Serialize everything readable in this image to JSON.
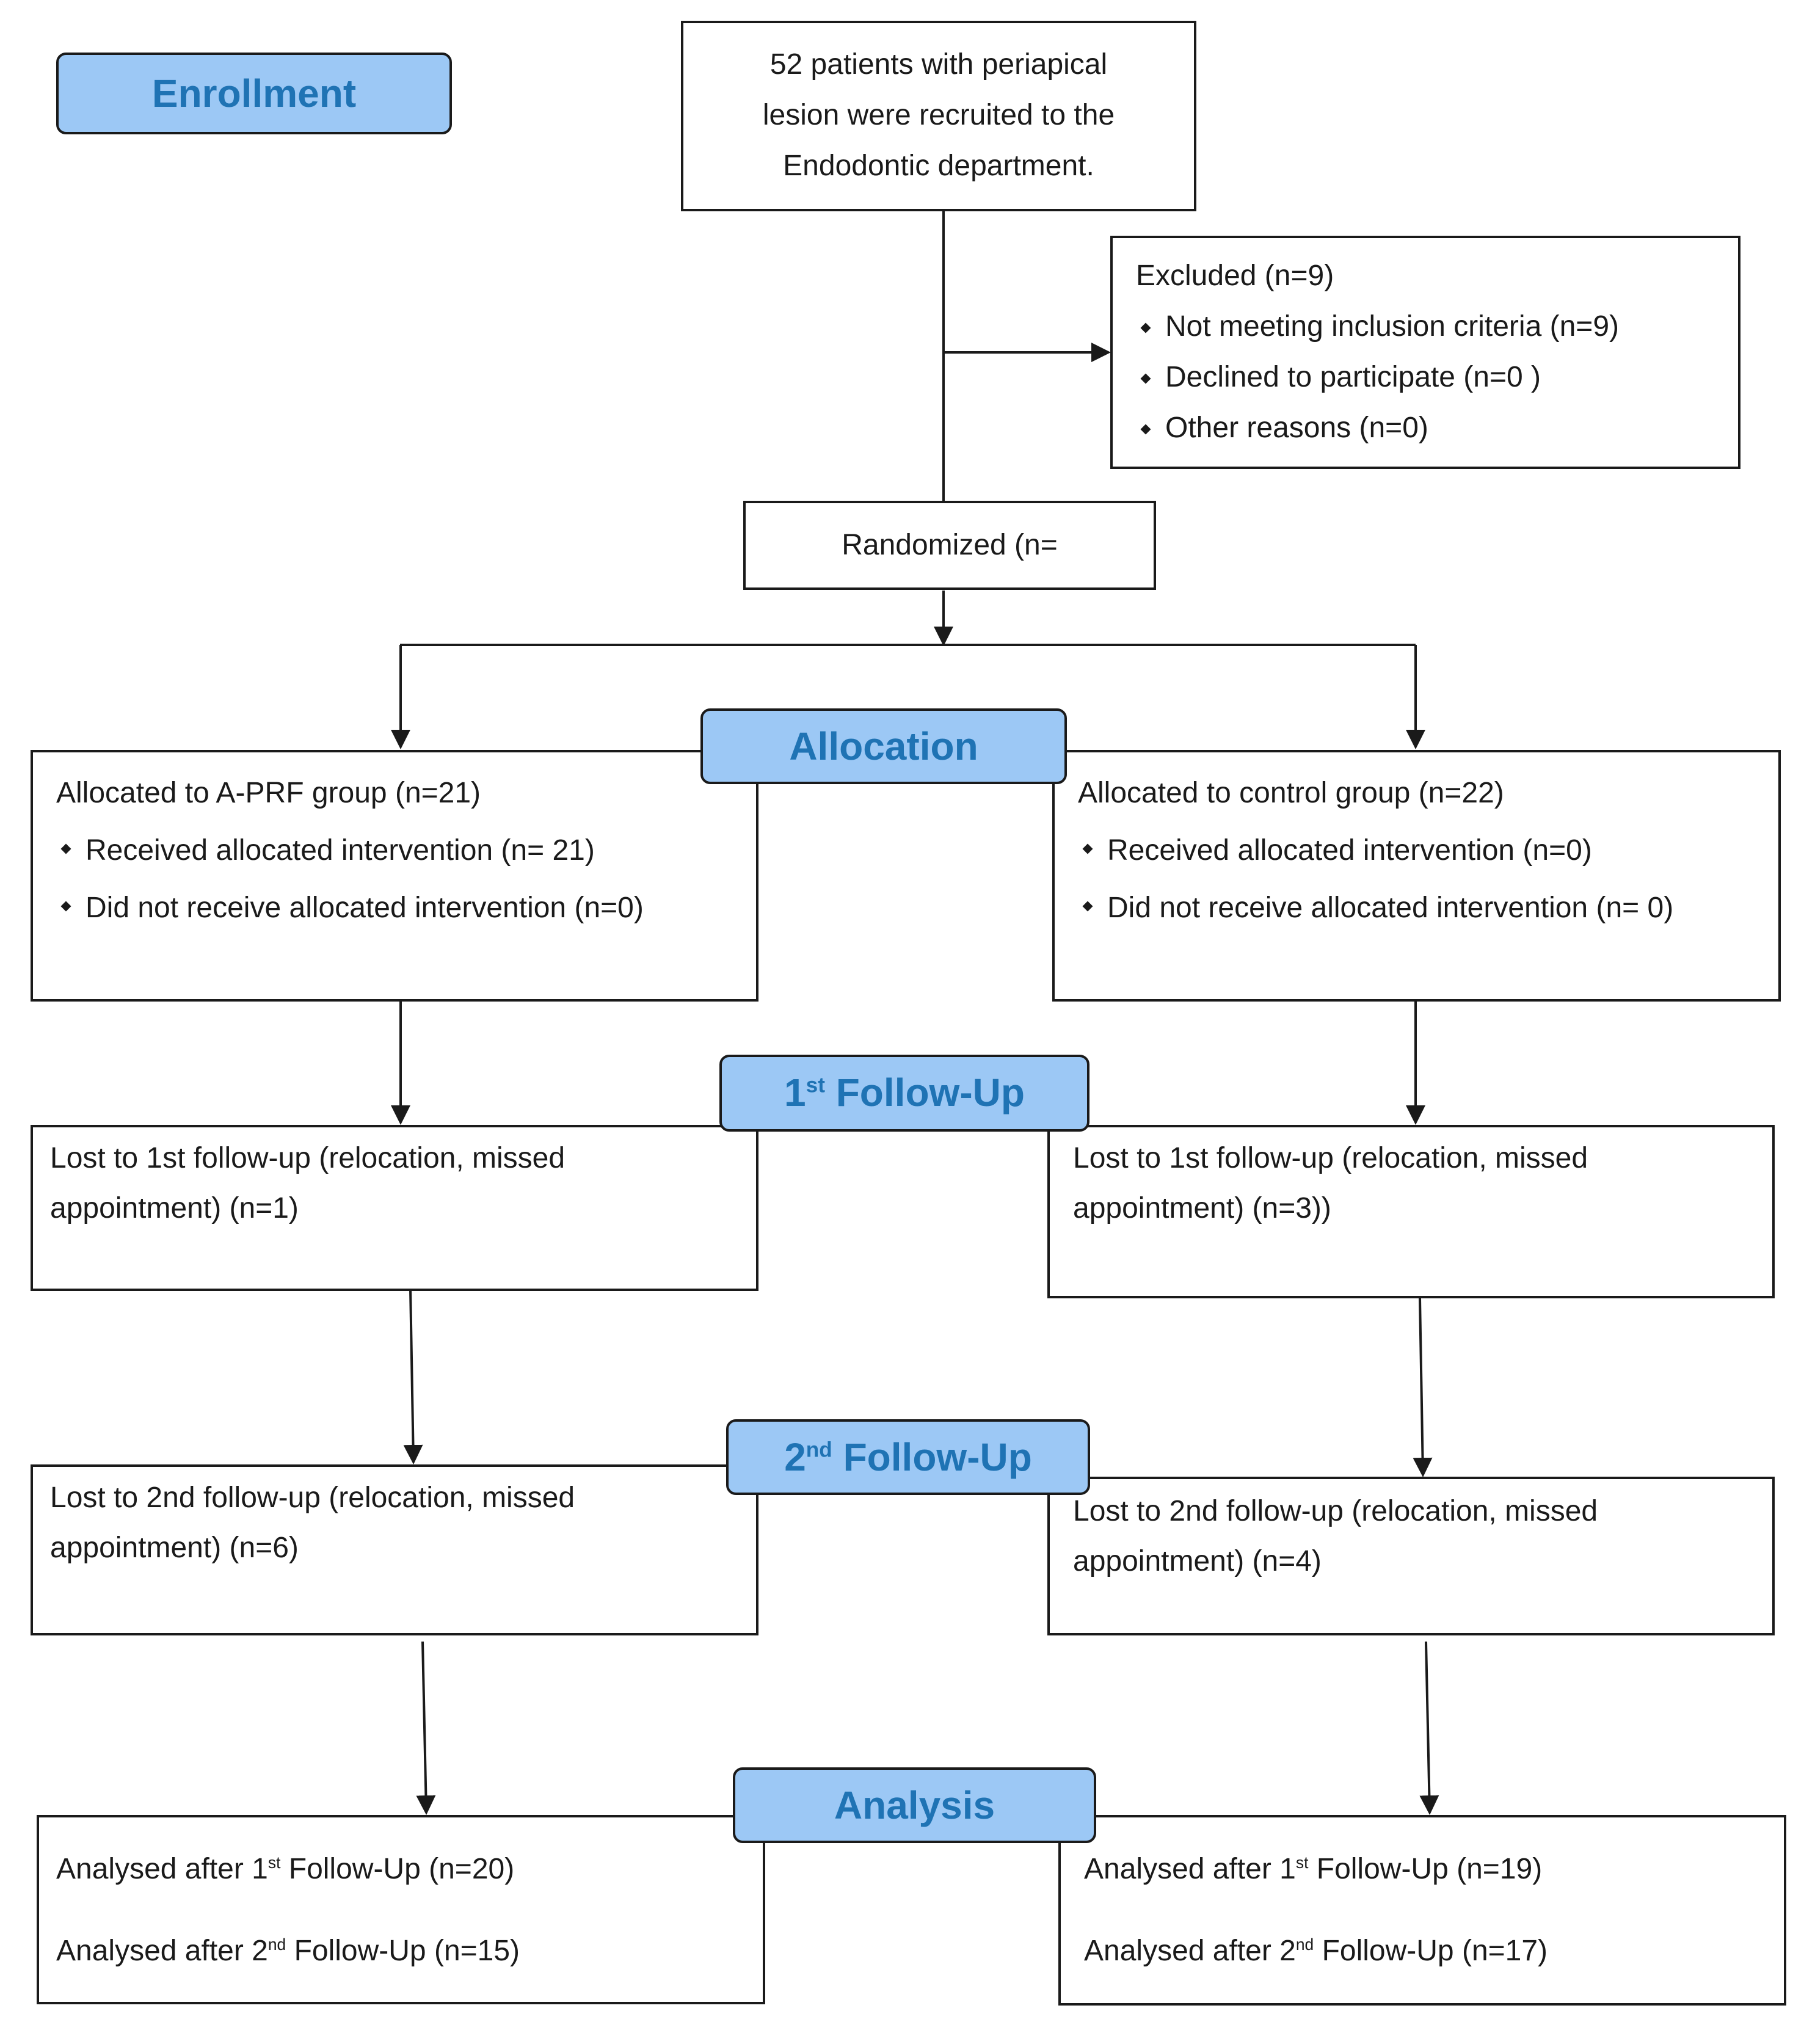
{
  "stages": {
    "enrollment": "Enrollment",
    "allocation": "Allocation",
    "followup1": {
      "num": "1",
      "sup": "st",
      "label": " Follow-Up"
    },
    "followup2": {
      "num": "2",
      "sup": "nd",
      "label": " Follow-Up"
    },
    "analysis": "Analysis"
  },
  "enrollment_box": {
    "line1": "52 patients with periapical",
    "line2": "lesion were recruited to the",
    "line3": "Endodontic department."
  },
  "excluded": {
    "title": "Excluded (n=9)",
    "items": [
      "Not meeting inclusion criteria (n=9)",
      "Declined to participate (n=0 )",
      "Other reasons (n=0)"
    ]
  },
  "randomized": "Randomized (n=",
  "allocation_left": {
    "title": "Allocated to A-PRF group (n=21)",
    "items": [
      "Received allocated intervention (n= 21)",
      "Did not receive allocated intervention (n=0)"
    ]
  },
  "allocation_right": {
    "title": "Allocated to control group (n=22)",
    "items": [
      "Received allocated intervention (n=0)",
      "Did not receive allocated intervention (n= 0)"
    ]
  },
  "followup1_left": {
    "line1": "Lost to 1st follow-up (relocation, missed",
    "line2": "appointment) (n=1)"
  },
  "followup1_right": {
    "line1": "Lost to 1st follow-up (relocation, missed",
    "line2": "appointment) (n=3))"
  },
  "followup2_left": {
    "line1": "Lost to 2nd follow-up (relocation, missed",
    "line2": "appointment) (n=6)"
  },
  "followup2_right": {
    "line1": "Lost to 2nd follow-up (relocation, missed",
    "line2": "appointment) (n=4)"
  },
  "analysis_left": {
    "row1": {
      "pre": "Analysed after 1",
      "sup": "st",
      "post": " Follow-Up (n=20)"
    },
    "row2": {
      "pre": "Analysed after 2",
      "sup": "nd",
      "post": " Follow-Up (n=15)"
    }
  },
  "analysis_right": {
    "row1": {
      "pre": "Analysed after 1",
      "sup": "st",
      "post": " Follow-Up (n=19)"
    },
    "row2": {
      "pre": "Analysed after 2",
      "sup": "nd",
      "post": " Follow-Up (n=17)"
    }
  },
  "colors": {
    "stage_fill": "#9cc8f5",
    "stage_text": "#1f73b4",
    "line": "#1a1a1a"
  }
}
